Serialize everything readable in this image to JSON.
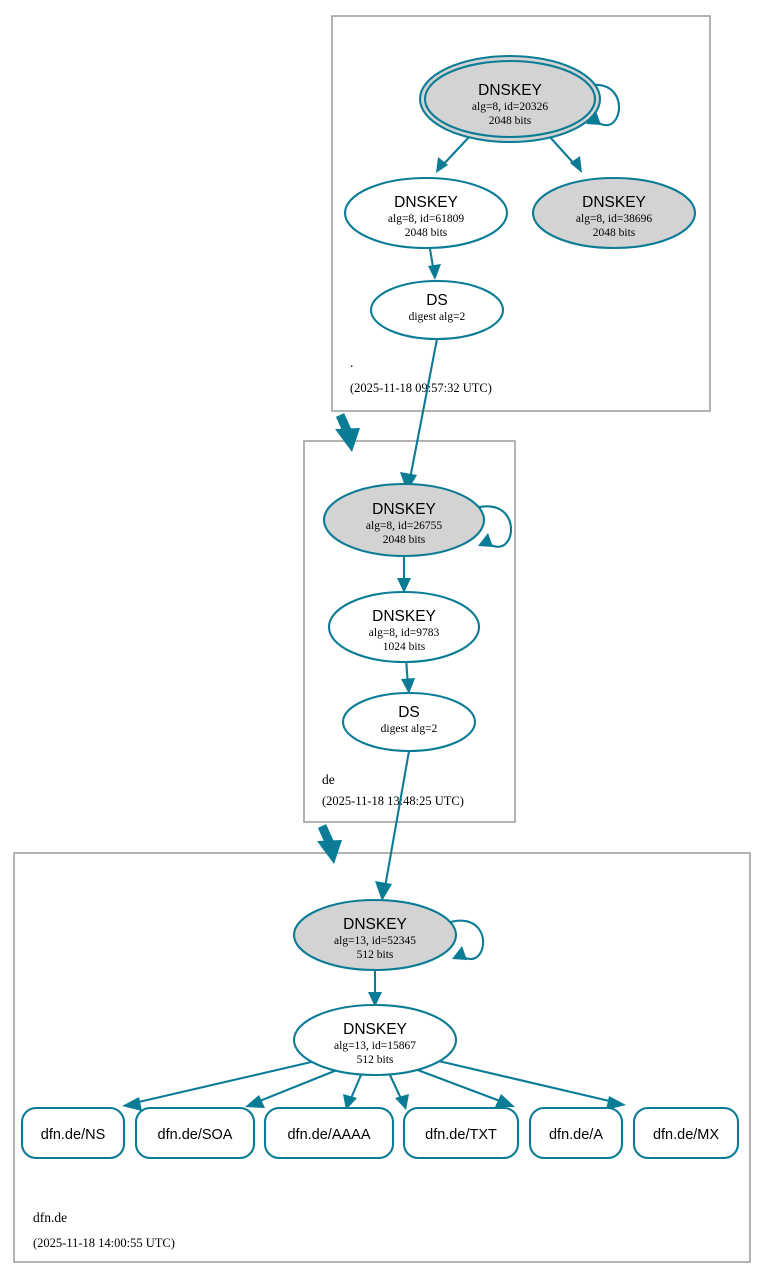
{
  "diagram": {
    "kind": "dnssec-chain-of-trust",
    "colors": {
      "accent_teal": "#0b7c96",
      "zone_border": "#a0a0a0",
      "node_secure_fill": "#d3d3d3",
      "node_plain_fill": "#ffffff",
      "text": "#000000",
      "background": "#ffffff"
    }
  },
  "zones": [
    {
      "id": "root",
      "name": ".",
      "timestamp": "(2025-11-18 09:57:32 UTC)",
      "nodes": [
        {
          "id": "root-ksk",
          "type": "DNSKEY",
          "title": "DNSKEY",
          "detail1": "alg=8, id=20326",
          "detail2": "2048 bits",
          "alg": 8,
          "key_id": 20326,
          "bits": 2048,
          "role": "trust-anchor-ksk",
          "shape": "double-ellipse",
          "fill": "gray",
          "self_signed": true
        },
        {
          "id": "root-zsk-61809",
          "type": "DNSKEY",
          "title": "DNSKEY",
          "detail1": "alg=8, id=61809",
          "detail2": "2048 bits",
          "alg": 8,
          "key_id": 61809,
          "bits": 2048,
          "role": "zsk",
          "shape": "ellipse",
          "fill": "white",
          "self_signed": false
        },
        {
          "id": "root-key-38696",
          "type": "DNSKEY",
          "title": "DNSKEY",
          "detail1": "alg=8, id=38696",
          "detail2": "2048 bits",
          "alg": 8,
          "key_id": 38696,
          "bits": 2048,
          "role": "ksk",
          "shape": "ellipse",
          "fill": "gray",
          "self_signed": false
        },
        {
          "id": "root-ds-de",
          "type": "DS",
          "title": "DS",
          "detail1": "digest alg=2",
          "digest_alg": 2,
          "shape": "ellipse",
          "fill": "white",
          "self_signed": false
        }
      ]
    },
    {
      "id": "de",
      "name": "de",
      "timestamp": "(2025-11-18 13:48:25 UTC)",
      "nodes": [
        {
          "id": "de-ksk",
          "type": "DNSKEY",
          "title": "DNSKEY",
          "detail1": "alg=8, id=26755",
          "detail2": "2048 bits",
          "alg": 8,
          "key_id": 26755,
          "bits": 2048,
          "role": "ksk",
          "shape": "ellipse",
          "fill": "gray",
          "self_signed": true
        },
        {
          "id": "de-zsk",
          "type": "DNSKEY",
          "title": "DNSKEY",
          "detail1": "alg=8, id=9783",
          "detail2": "1024 bits",
          "alg": 8,
          "key_id": 9783,
          "bits": 1024,
          "role": "zsk",
          "shape": "ellipse",
          "fill": "white",
          "self_signed": false
        },
        {
          "id": "de-ds-dfn",
          "type": "DS",
          "title": "DS",
          "detail1": "digest alg=2",
          "digest_alg": 2,
          "shape": "ellipse",
          "fill": "white",
          "self_signed": false
        }
      ]
    },
    {
      "id": "dfn-de",
      "name": "dfn.de",
      "timestamp": "(2025-11-18 14:00:55 UTC)",
      "nodes": [
        {
          "id": "dfn-ksk",
          "type": "DNSKEY",
          "title": "DNSKEY",
          "detail1": "alg=13, id=52345",
          "detail2": "512 bits",
          "alg": 13,
          "key_id": 52345,
          "bits": 512,
          "role": "ksk",
          "shape": "ellipse",
          "fill": "gray",
          "self_signed": true
        },
        {
          "id": "dfn-zsk",
          "type": "DNSKEY",
          "title": "DNSKEY",
          "detail1": "alg=13, id=15867",
          "detail2": "512 bits",
          "alg": 13,
          "key_id": 15867,
          "bits": 512,
          "role": "zsk",
          "shape": "ellipse",
          "fill": "white",
          "self_signed": false
        }
      ],
      "rrsets": [
        {
          "id": "rrset-ns",
          "label": "dfn.de/NS"
        },
        {
          "id": "rrset-soa",
          "label": "dfn.de/SOA"
        },
        {
          "id": "rrset-aaaa",
          "label": "dfn.de/AAAA"
        },
        {
          "id": "rrset-txt",
          "label": "dfn.de/TXT"
        },
        {
          "id": "rrset-a",
          "label": "dfn.de/A"
        },
        {
          "id": "rrset-mx",
          "label": "dfn.de/MX"
        }
      ]
    }
  ],
  "edges": [
    {
      "from": "root-ksk",
      "to": "root-ksk",
      "kind": "self-sign"
    },
    {
      "from": "root-ksk",
      "to": "root-zsk-61809",
      "kind": "sign"
    },
    {
      "from": "root-ksk",
      "to": "root-key-38696",
      "kind": "sign"
    },
    {
      "from": "root-zsk-61809",
      "to": "root-ds-de",
      "kind": "sign"
    },
    {
      "from": "root-ds-de",
      "to": "de-ksk",
      "kind": "delegation"
    },
    {
      "from": "root",
      "to": "de",
      "kind": "zone-delegation"
    },
    {
      "from": "de-ksk",
      "to": "de-ksk",
      "kind": "self-sign"
    },
    {
      "from": "de-ksk",
      "to": "de-zsk",
      "kind": "sign"
    },
    {
      "from": "de-zsk",
      "to": "de-ds-dfn",
      "kind": "sign"
    },
    {
      "from": "de-ds-dfn",
      "to": "dfn-ksk",
      "kind": "delegation"
    },
    {
      "from": "de",
      "to": "dfn-de",
      "kind": "zone-delegation"
    },
    {
      "from": "dfn-ksk",
      "to": "dfn-ksk",
      "kind": "self-sign"
    },
    {
      "from": "dfn-ksk",
      "to": "dfn-zsk",
      "kind": "sign"
    },
    {
      "from": "dfn-zsk",
      "to": "rrset-ns",
      "kind": "sign"
    },
    {
      "from": "dfn-zsk",
      "to": "rrset-soa",
      "kind": "sign"
    },
    {
      "from": "dfn-zsk",
      "to": "rrset-aaaa",
      "kind": "sign"
    },
    {
      "from": "dfn-zsk",
      "to": "rrset-txt",
      "kind": "sign"
    },
    {
      "from": "dfn-zsk",
      "to": "rrset-a",
      "kind": "sign"
    },
    {
      "from": "dfn-zsk",
      "to": "rrset-mx",
      "kind": "sign"
    }
  ]
}
